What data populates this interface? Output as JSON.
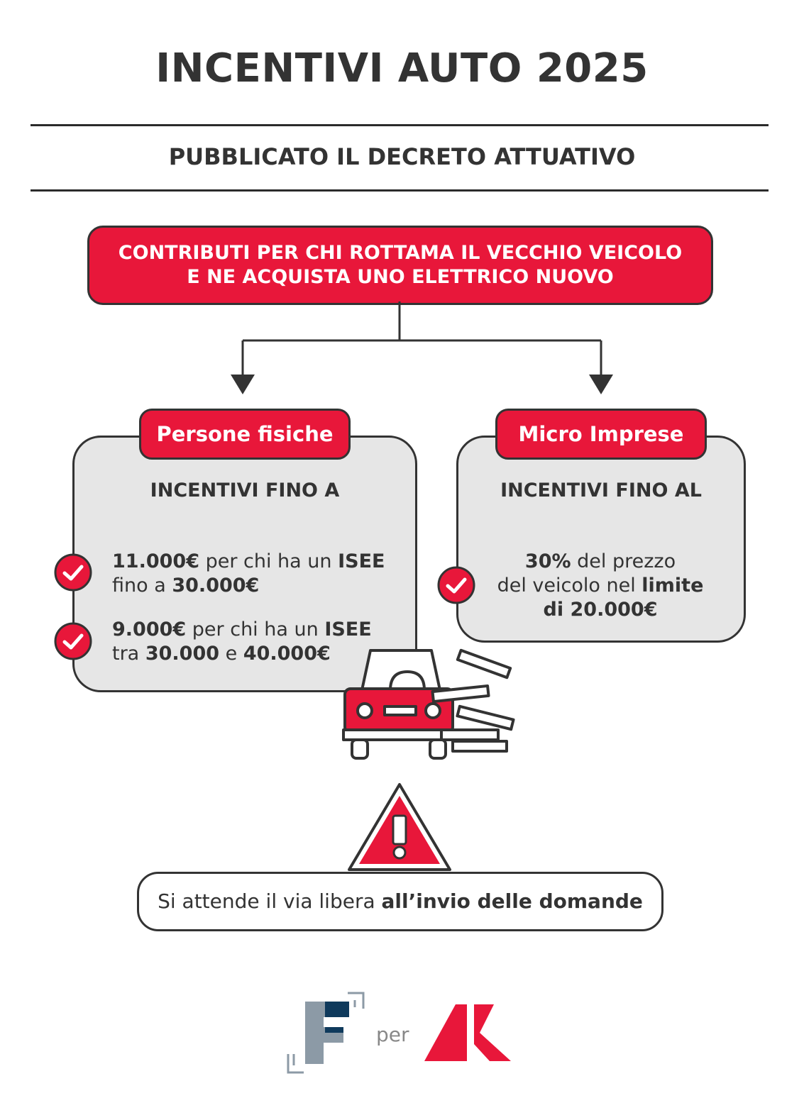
{
  "title": "INCENTIVI AUTO 2025",
  "subtitle": "PUBBLICATO IL DECRETO ATTUATIVO",
  "main_box": {
    "line1": "CONTRIBUTI PER CHI ROTTAMA IL VECCHIO VEICOLO",
    "line2": "E NE ACQUISTA UNO ELETTRICO NUOVO"
  },
  "left_branch": {
    "tag": "Persone fisiche",
    "heading": "INCENTIVI FINO A",
    "items": [
      {
        "amount": "11.000€",
        "text1": " per chi ha un ",
        "isee": "ISEE",
        "text2": "fino a ",
        "limit": "30.000€"
      },
      {
        "amount": "9.000€",
        "text1": " per chi ha un ",
        "isee": "ISEE",
        "text2": "tra ",
        "from": "30.000",
        "mid": " e ",
        "limit": "40.000€"
      }
    ]
  },
  "right_branch": {
    "tag": "Micro Imprese",
    "heading": "INCENTIVI FINO AL",
    "pct": "30%",
    "text1": " del prezzo",
    "text2": "del veicolo nel ",
    "limit_word": "limite",
    "limit_value": "di 20.000€"
  },
  "notice": {
    "text": "Si attende il via libera ",
    "bold": "all’invio delle domande"
  },
  "footer": {
    "per": "per"
  },
  "colors": {
    "accent": "#e8173a",
    "dark": "#333333",
    "panel": "#e6e6e6",
    "logo_blue": "#0f3a5c",
    "logo_grey": "#8c9aa6"
  }
}
